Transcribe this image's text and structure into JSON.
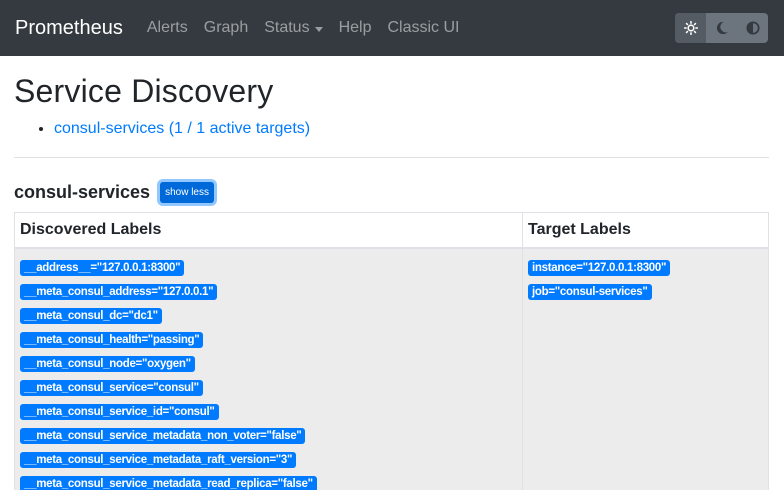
{
  "navbar": {
    "brand": "Prometheus",
    "links": [
      {
        "label": "Alerts"
      },
      {
        "label": "Graph"
      },
      {
        "label": "Status",
        "dropdown": true
      },
      {
        "label": "Help"
      },
      {
        "label": "Classic UI"
      }
    ],
    "theme_buttons": [
      {
        "icon": "sun-icon",
        "active": true
      },
      {
        "icon": "moon-icon",
        "active": false
      },
      {
        "icon": "adjust-icon",
        "active": false
      }
    ]
  },
  "page": {
    "title": "Service Discovery",
    "toc": [
      {
        "label": "consul-services (1 / 1 active targets)"
      }
    ]
  },
  "pool": {
    "name": "consul-services",
    "toggle_label": "show less",
    "table": {
      "headers": [
        "Discovered Labels",
        "Target Labels"
      ],
      "discovered_labels": [
        "__address__=\"127.0.0.1:8300\"",
        "__meta_consul_address=\"127.0.0.1\"",
        "__meta_consul_dc=\"dc1\"",
        "__meta_consul_health=\"passing\"",
        "__meta_consul_node=\"oxygen\"",
        "__meta_consul_service=\"consul\"",
        "__meta_consul_service_id=\"consul\"",
        "__meta_consul_service_metadata_non_voter=\"false\"",
        "__meta_consul_service_metadata_raft_version=\"3\"",
        "__meta_consul_service_metadata_read_replica=\"false\""
      ],
      "target_labels": [
        "instance=\"127.0.0.1:8300\"",
        "job=\"consul-services\""
      ]
    }
  },
  "colors": {
    "navbar_bg": "#343a40",
    "accent": "#007bff",
    "button_active": "#0069d9",
    "table_cell_bg": "#ececec"
  }
}
